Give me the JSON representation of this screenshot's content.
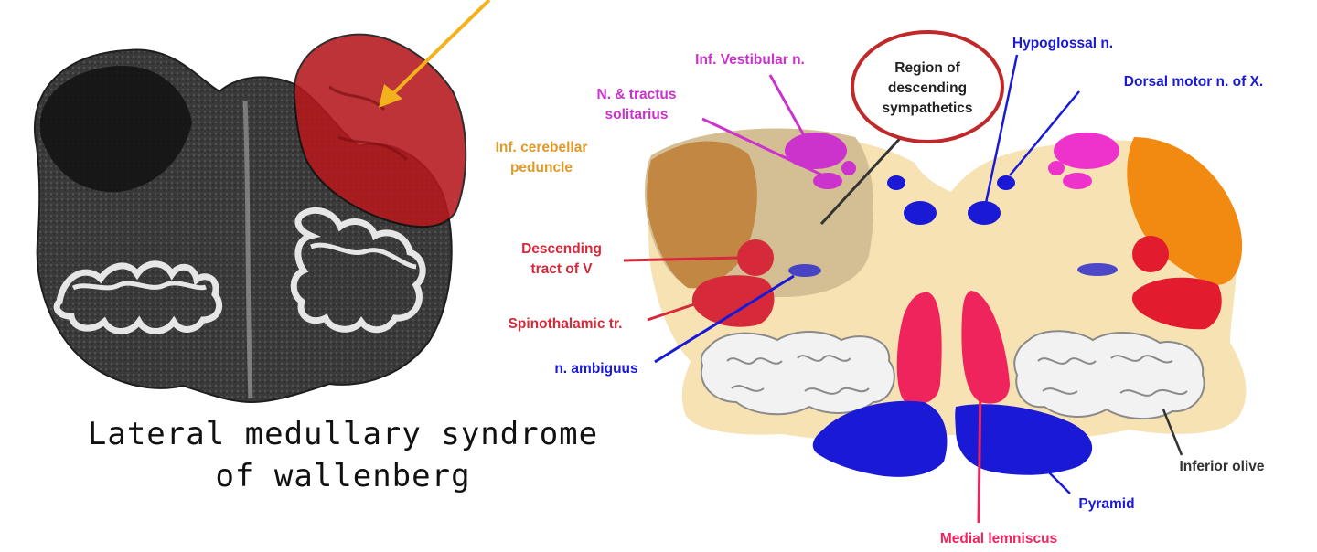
{
  "caption": {
    "line1": "Lateral medullary syndrome",
    "line2": "of wallenberg"
  },
  "labels": {
    "inf_vestibular": "Inf. Vestibular n.",
    "n_tractus_line1": "N. & tractus",
    "n_tractus_line2": "solitarius",
    "inf_cerebellar_line1": "Inf. cerebellar",
    "inf_cerebellar_line2": "peduncle",
    "descending_v_line1": "Descending",
    "descending_v_line2": "tract of V",
    "spinothalamic": "Spinothalamic tr.",
    "ambiguus": "n. ambiguus",
    "region_line1": "Region of",
    "region_line2": "descending",
    "region_line3": "sympathetics",
    "hypoglossal": "Hypoglossal n.",
    "dorsal_motor": "Dorsal motor n. of X.",
    "inferior_olive": "Inferior olive",
    "pyramid": "Pyramid",
    "medial_lemniscus": "Medial lemniscus"
  },
  "colors": {
    "lesion": "#b5181c",
    "arrow": "#f2b21b",
    "magenta": "#cc33cc",
    "blue": "#1a1ad6",
    "red": "#e31b2e",
    "orange": "#f28a12",
    "tan": "#f7e2b4",
    "brown": "#c0843e",
    "crimson": "#d62a3a",
    "pink": "#f0245c",
    "peduncle_text": "#e09a2a",
    "circle": "#c0282a"
  }
}
